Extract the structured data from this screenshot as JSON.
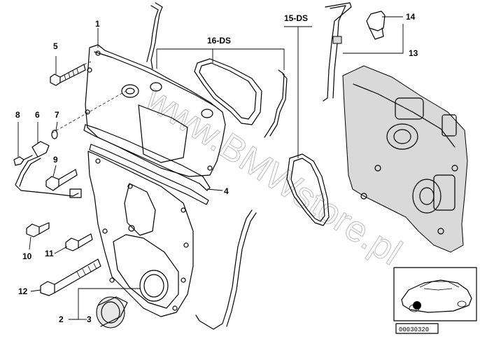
{
  "callouts": {
    "c1": "1",
    "c2": "2",
    "c3": "3",
    "c4": "4",
    "c5": "5",
    "c6": "6",
    "c7": "7",
    "c8": "8",
    "c9": "9",
    "c10": "10",
    "c11": "11",
    "c12": "12",
    "c13": "13",
    "c14": "14",
    "c15": "15-DS",
    "c16": "16-DS"
  },
  "watermark": "www.BMWstore.pl",
  "reference_number": "00030320"
}
